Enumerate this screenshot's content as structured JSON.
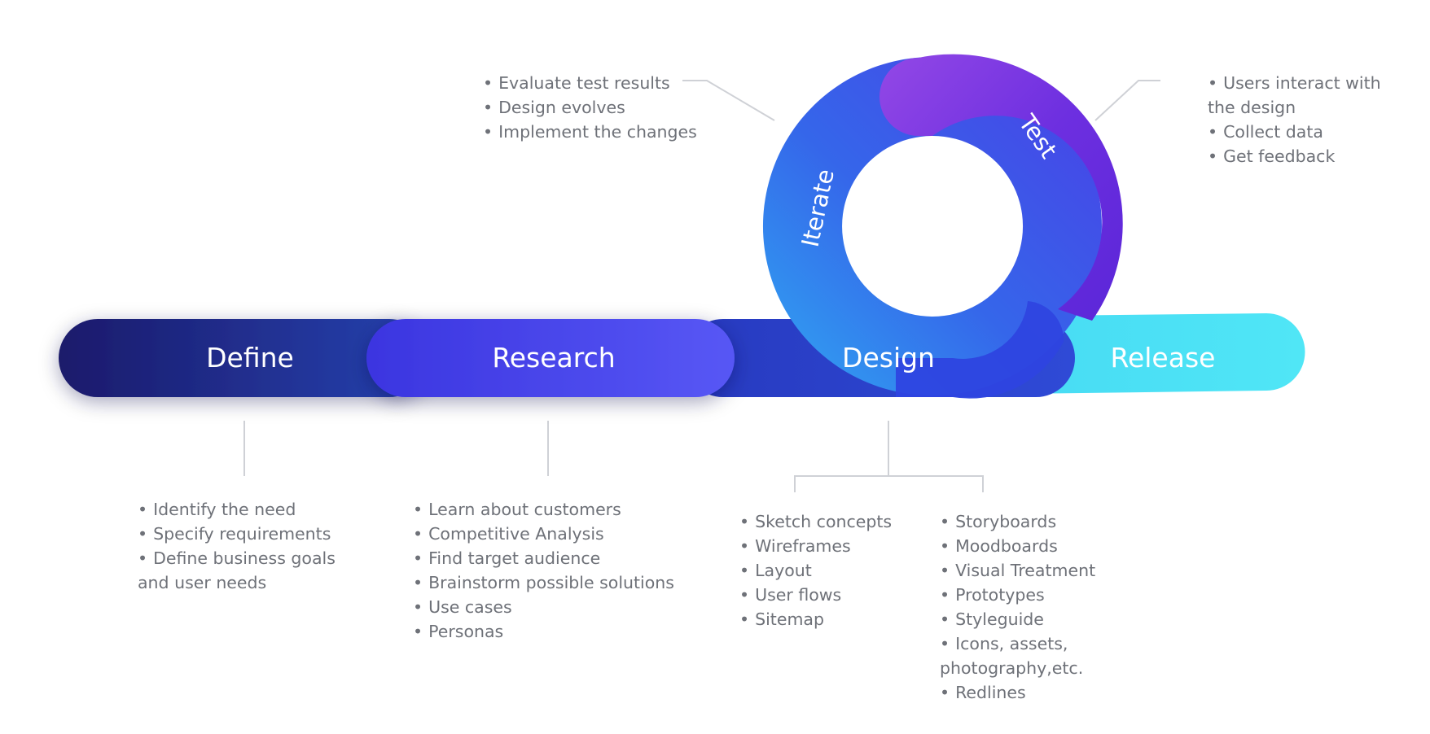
{
  "stages": {
    "define": "Define",
    "research": "Research",
    "design": "Design",
    "release": "Release"
  },
  "loop": {
    "iterate": "Iterate",
    "test": "Test"
  },
  "notes": {
    "iterate": [
      {
        "text": "Evaluate test results",
        "bullet": true
      },
      {
        "text": "Design evolves",
        "bullet": true
      },
      {
        "text": "Implement the changes",
        "bullet": true
      }
    ],
    "test": [
      {
        "text": "Users interact with",
        "bullet": true
      },
      {
        "text": "the design",
        "bullet": false
      },
      {
        "text": "Collect data",
        "bullet": true
      },
      {
        "text": "Get feedback",
        "bullet": true
      }
    ],
    "define": [
      {
        "text": "Identify the need",
        "bullet": true
      },
      {
        "text": "Specify requirements",
        "bullet": true
      },
      {
        "text": "Define business goals",
        "bullet": true
      },
      {
        "text": "and user needs",
        "bullet": false
      }
    ],
    "research": [
      {
        "text": "Learn about customers",
        "bullet": true
      },
      {
        "text": "Competitive Analysis",
        "bullet": true
      },
      {
        "text": "Find target audience",
        "bullet": true
      },
      {
        "text": "Brainstorm possible solutions",
        "bullet": true
      },
      {
        "text": "Use cases",
        "bullet": true
      },
      {
        "text": "Personas",
        "bullet": true
      }
    ],
    "design_left": [
      {
        "text": "Sketch concepts",
        "bullet": true
      },
      {
        "text": "Wireframes",
        "bullet": true
      },
      {
        "text": "Layout",
        "bullet": true
      },
      {
        "text": "User flows",
        "bullet": true
      },
      {
        "text": "Sitemap",
        "bullet": true
      }
    ],
    "design_right": [
      {
        "text": "Storyboards",
        "bullet": true
      },
      {
        "text": "Moodboards",
        "bullet": true
      },
      {
        "text": "Visual Treatment",
        "bullet": true
      },
      {
        "text": "Prototypes",
        "bullet": true
      },
      {
        "text": "Styleguide",
        "bullet": true
      },
      {
        "text": "Icons, assets,",
        "bullet": true
      },
      {
        "text": "photography,etc.",
        "bullet": false
      },
      {
        "text": "Redlines",
        "bullet": true
      }
    ]
  },
  "colors": {
    "define": "#1e1f73",
    "research": "#4f46f0",
    "design": "#2e3fd1",
    "release": "#4ee3f5",
    "iterate": "#3b82f0",
    "test": "#6a2fe0",
    "connector": "#cfd1d6",
    "text": "#6e7178"
  }
}
